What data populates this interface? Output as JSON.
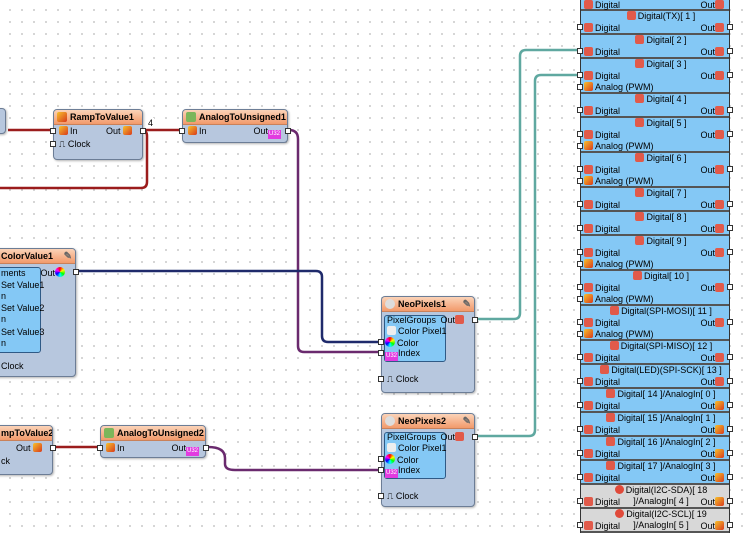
{
  "components": {
    "ramp1": {
      "title": "RampToValue1",
      "in": "In",
      "out": "Out",
      "clock": "Clock",
      "wire_label": "4"
    },
    "a2u1": {
      "title": "AnalogToUnsigned1",
      "in": "In",
      "out": "Out",
      "out_badge": "U32"
    },
    "color1": {
      "title": "ColorValue1",
      "out": "Out",
      "items": [
        "ments",
        "Set Value1",
        "n",
        "Set Value2",
        "n",
        "Set Value3",
        "n"
      ],
      "clock": "Clock"
    },
    "neo1": {
      "title": "NeoPixels1",
      "groups": "PixelGroups",
      "pixel": "Color Pixel1",
      "color": "Color",
      "index": "Index",
      "index_badge": "U32",
      "out": "Out",
      "clock": "Clock"
    },
    "neo2": {
      "title": "NeoPixels2",
      "groups": "PixelGroups",
      "pixel": "Color Pixel1",
      "color": "Color",
      "index": "Index",
      "index_badge": "U32",
      "out": "Out",
      "clock": "Clock"
    },
    "ramp2": {
      "title": "mpToValue2",
      "out": "Out",
      "clock": "ck"
    },
    "a2u2": {
      "title": "AnalogToUnsigned2",
      "in": "In",
      "out": "Out",
      "out_badge": "U32"
    }
  },
  "board": {
    "top_row": {
      "digital": "Digital",
      "out": "Out"
    },
    "pins": [
      {
        "name": "Digital(TX)[ 1 ]",
        "digital": "Digital",
        "out": "Out"
      },
      {
        "name": "Digital[ 2 ]",
        "digital": "Digital",
        "out": "Out"
      },
      {
        "name": "Digital[ 3 ]",
        "digital": "Digital",
        "out": "Out",
        "analog": "Analog (PWM)"
      },
      {
        "name": "Digital[ 4 ]",
        "digital": "Digital",
        "out": "Out"
      },
      {
        "name": "Digital[ 5 ]",
        "digital": "Digital",
        "out": "Out",
        "analog": "Analog (PWM)"
      },
      {
        "name": "Digital[ 6 ]",
        "digital": "Digital",
        "out": "Out",
        "analog": "Analog (PWM)"
      },
      {
        "name": "Digital[ 7 ]",
        "digital": "Digital",
        "out": "Out"
      },
      {
        "name": "Digital[ 8 ]",
        "digital": "Digital",
        "out": "Out"
      },
      {
        "name": "Digital[ 9 ]",
        "digital": "Digital",
        "out": "Out",
        "analog": "Analog (PWM)"
      },
      {
        "name": "Digital[ 10 ]",
        "digital": "Digital",
        "out": "Out",
        "analog": "Analog (PWM)"
      },
      {
        "name": "Digital(SPI-MOSI)[ 11 ]",
        "digital": "Digital",
        "out": "Out",
        "analog": "Analog (PWM)"
      },
      {
        "name": "Digital(SPI-MISO)[ 12 ]",
        "digital": "Digital",
        "out": "Out"
      },
      {
        "name": "Digital(LED)(SPI-SCK)[ 13 ]",
        "digital": "Digital",
        "out": "Out"
      },
      {
        "name": "Digital[ 14 ]/AnalogIn[ 0 ]",
        "digital": "Digital",
        "out": "Out"
      },
      {
        "name": "Digital[ 15 ]/AnalogIn[ 1 ]",
        "digital": "Digital",
        "out": "Out"
      },
      {
        "name": "Digital[ 16 ]/AnalogIn[ 2 ]",
        "digital": "Digital",
        "out": "Out"
      },
      {
        "name": "Digital[ 17 ]/AnalogIn[ 3 ]",
        "digital": "Digital",
        "out": "Out"
      },
      {
        "name": "Digital(I2C-SDA)[ 18 ]/AnalogIn[ 4 ]",
        "digital": "Digital",
        "out": "Out",
        "disabled": true
      },
      {
        "name": "Digital(I2C-SCL)[ 19 ]/AnalogIn[ 5 ]",
        "digital": "Digital",
        "out": "Out",
        "disabled": true
      }
    ]
  },
  "colors": {
    "analog_wire": "#9b1c1c",
    "unsigned_wire": "#6a2a6e",
    "color_wire": "#1f2a6b",
    "digital_wire": "#5fa8a0",
    "component_body": "#b7c7de",
    "board": "#84c8f5"
  }
}
